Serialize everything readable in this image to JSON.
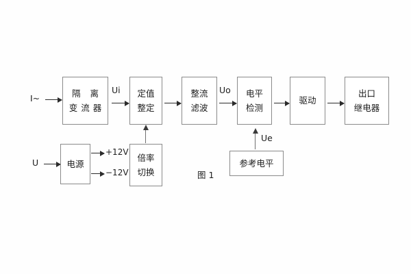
{
  "figure": {
    "caption": "图 1",
    "background": "#fefefe",
    "box_border_color": "#8a8a8a",
    "arrow_color": "#2b2b2b"
  },
  "inputs": {
    "current": "I~",
    "voltage": "U"
  },
  "signals": {
    "ui": "Ui",
    "uo": "Uo",
    "ue": "Ue",
    "pos12": "+12V",
    "neg12": "−12V"
  },
  "blocks": {
    "isolation": {
      "line1": "隔 离",
      "line2": "变流器"
    },
    "setting": {
      "line1": "定值",
      "line2": "整定"
    },
    "rectify": {
      "line1": "整流",
      "line2": "滤波"
    },
    "level_detect": {
      "line1": "电平",
      "line2": "检测"
    },
    "drive": {
      "line1": "驱动"
    },
    "output_relay": {
      "line1": "出口",
      "line2": "继电器"
    },
    "power": {
      "line1": "电源"
    },
    "multiplier": {
      "line1": "倍率",
      "line2": "切换"
    },
    "reference": {
      "line1": "参考电平"
    }
  }
}
